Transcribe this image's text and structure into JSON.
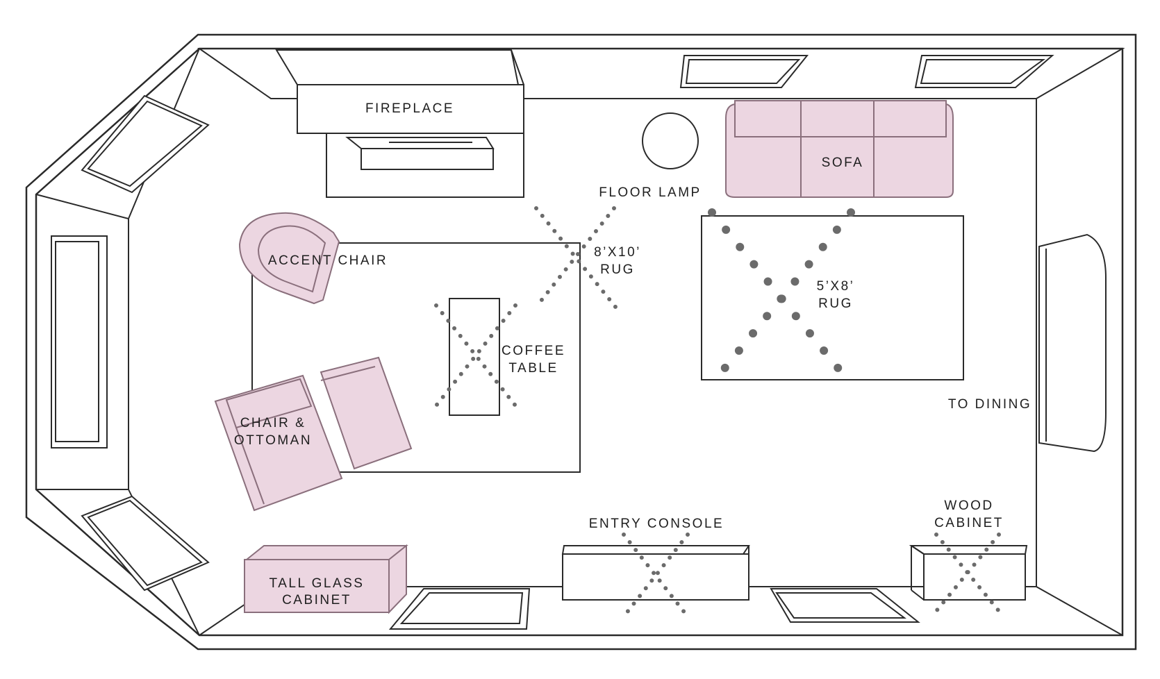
{
  "colors": {
    "upholstery_fill": "#ecd6e1",
    "line": "#2a2a2a",
    "dot_marker": "#6b6b6b"
  },
  "labels": {
    "fireplace": "FIREPLACE",
    "floor_lamp": "FLOOR LAMP",
    "sofa": "SOFA",
    "accent_chair": "ACCENT CHAIR",
    "rug_large_line1": "8’X10’",
    "rug_large_line2": "RUG",
    "rug_small_line1": "5’X8’",
    "rug_small_line2": "RUG",
    "coffee_table_line1": "COFFEE",
    "coffee_table_line2": "TABLE",
    "chair_ottoman_line1": "CHAIR &",
    "chair_ottoman_line2": "OTTOMAN",
    "to_dining": "TO DINING",
    "entry_console": "ENTRY CONSOLE",
    "wood_cabinet_line1": "WOOD",
    "wood_cabinet_line2": "CABINET",
    "tall_glass_cabinet_line1": "TALL GLASS",
    "tall_glass_cabinet_line2": "CABINET"
  }
}
